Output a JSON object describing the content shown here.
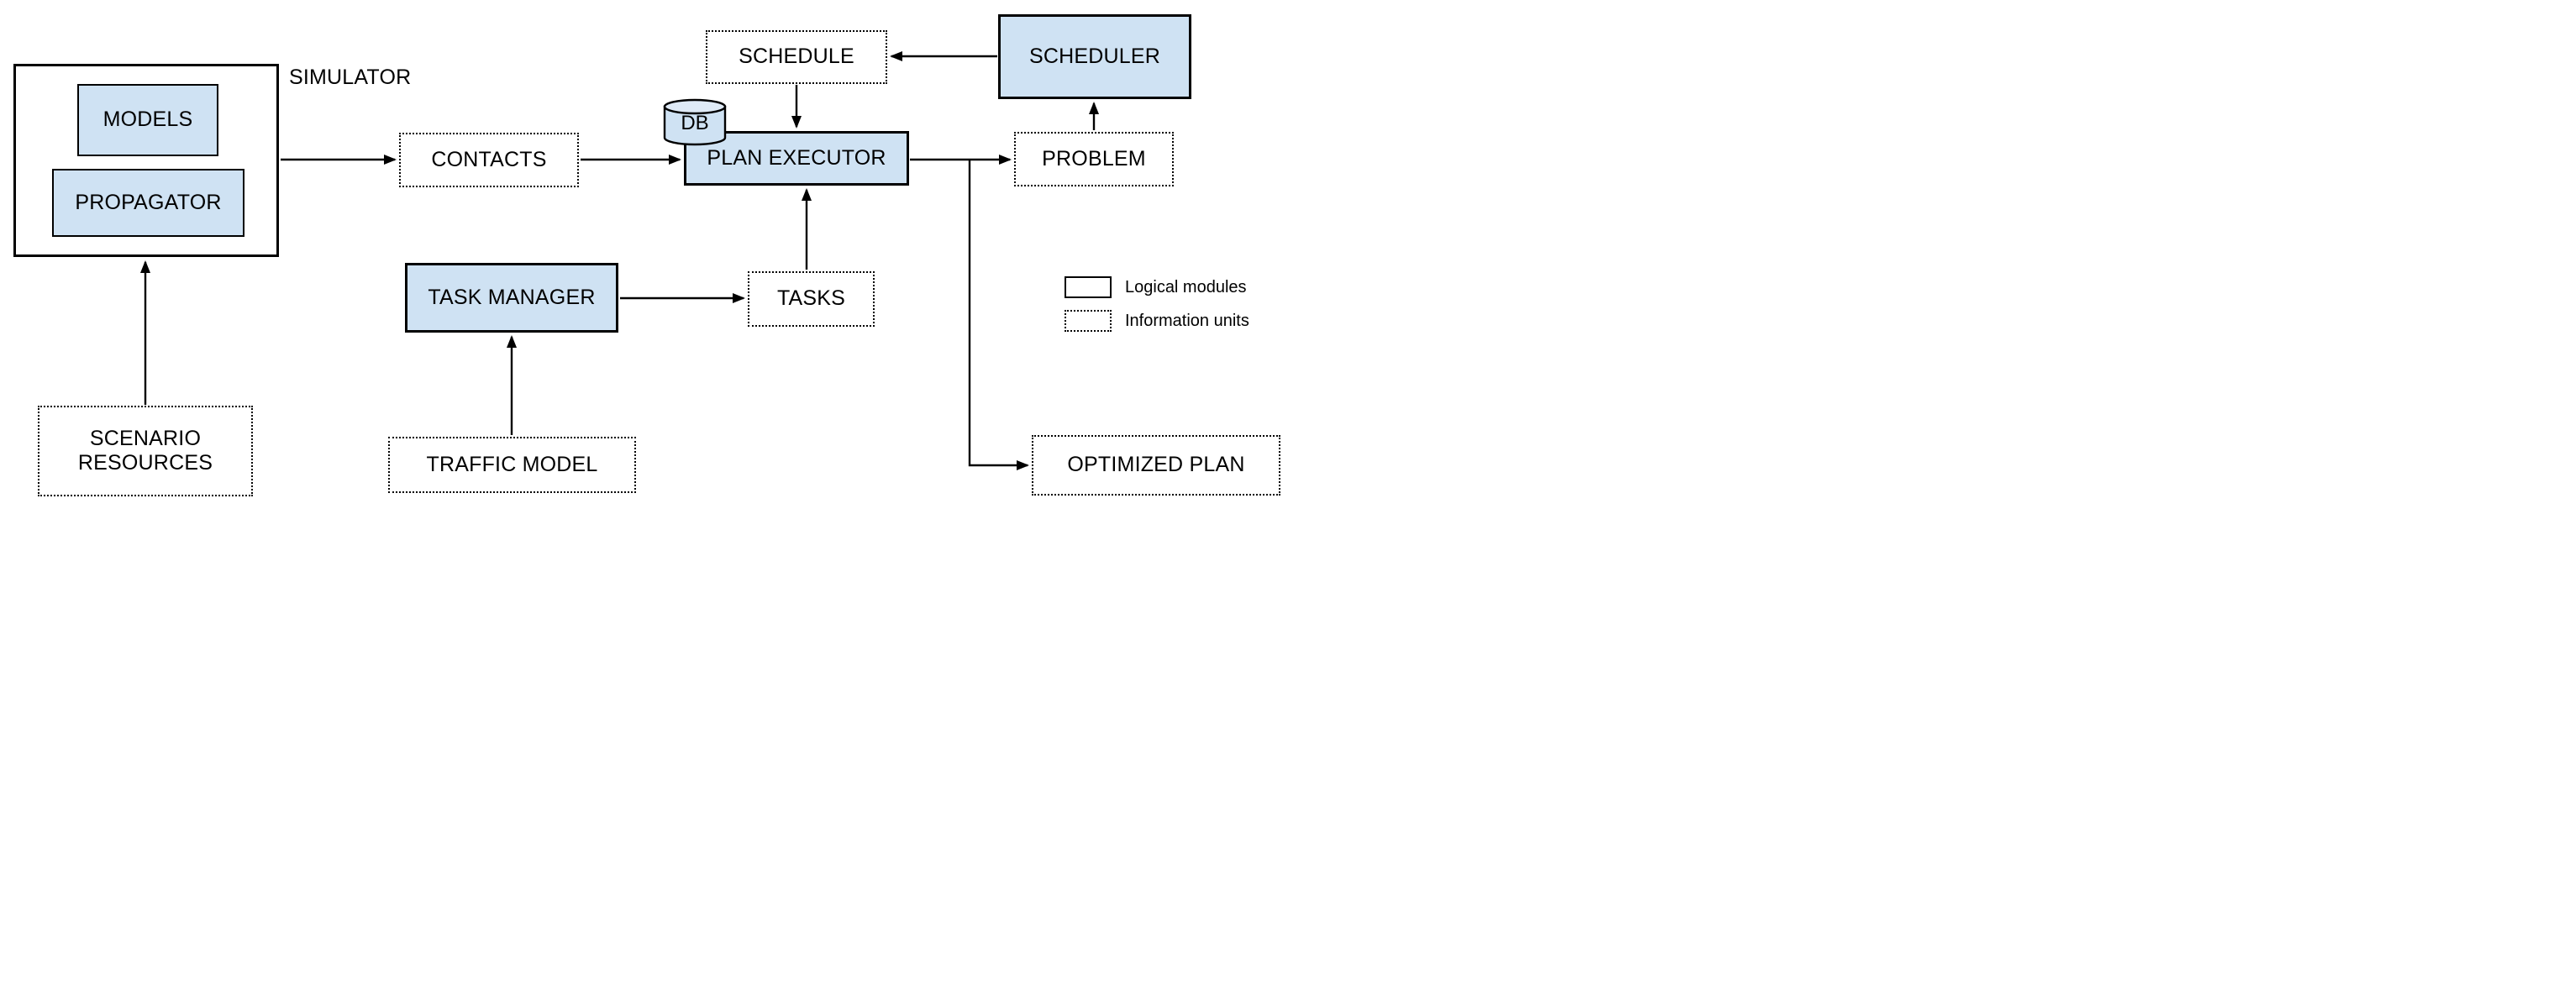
{
  "diagram": {
    "nodes": {
      "simulator": {
        "label": "SIMULATOR",
        "type": "logical-module-container"
      },
      "models": {
        "label": "MODELS",
        "type": "logical-module"
      },
      "propagator": {
        "label": "PROPAGATOR",
        "type": "logical-module"
      },
      "scenario_resources": {
        "label": "SCENARIO RESOURCES",
        "type": "information-unit"
      },
      "contacts": {
        "label": "CONTACTS",
        "type": "information-unit"
      },
      "db": {
        "label": "DB",
        "type": "database"
      },
      "plan_executor": {
        "label": "PLAN EXECUTOR",
        "type": "logical-module"
      },
      "schedule": {
        "label": "SCHEDULE",
        "type": "information-unit"
      },
      "scheduler": {
        "label": "SCHEDULER",
        "type": "logical-module"
      },
      "problem": {
        "label": "PROBLEM",
        "type": "information-unit"
      },
      "task_manager": {
        "label": "TASK MANAGER",
        "type": "logical-module"
      },
      "tasks": {
        "label": "TASKS",
        "type": "information-unit"
      },
      "traffic_model": {
        "label": "TRAFFIC MODEL",
        "type": "information-unit"
      },
      "optimized_plan": {
        "label": "OPTIMIZED PLAN",
        "type": "information-unit"
      }
    },
    "edges": [
      {
        "from": "scenario_resources",
        "to": "simulator"
      },
      {
        "from": "simulator",
        "to": "contacts"
      },
      {
        "from": "contacts",
        "to": "plan_executor"
      },
      {
        "from": "schedule",
        "to": "plan_executor"
      },
      {
        "from": "scheduler",
        "to": "schedule"
      },
      {
        "from": "problem",
        "to": "scheduler"
      },
      {
        "from": "plan_executor",
        "to": "problem"
      },
      {
        "from": "plan_executor",
        "to": "optimized_plan"
      },
      {
        "from": "task_manager",
        "to": "tasks"
      },
      {
        "from": "tasks",
        "to": "plan_executor"
      },
      {
        "from": "traffic_model",
        "to": "task_manager"
      }
    ],
    "legend": {
      "logical_modules": "Logical modules",
      "information_units": "Information units"
    },
    "colors": {
      "module_fill": "#cfe2f3",
      "cylinder_top_fill": "#dfeaf6",
      "stroke": "#000000",
      "background": "#ffffff"
    }
  }
}
